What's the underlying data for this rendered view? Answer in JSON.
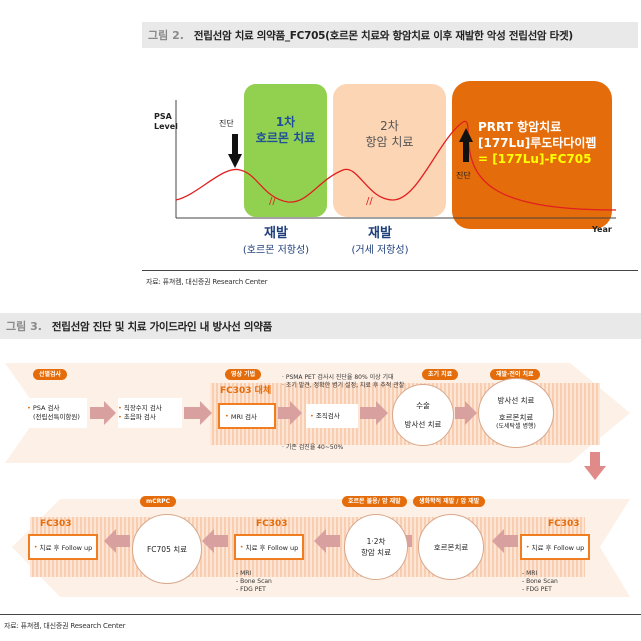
{
  "figure2": {
    "fig_num": "그림 2.",
    "title": "전립선암 치료 의약품_FC705(호르몬 치료와 항암치료 이후 재발한 악성 전립선암 타겟)",
    "y_axis_label_line1": "PSA",
    "y_axis_label_line2": "Level",
    "x_axis_label": "Year",
    "diagnosis_label": "진단",
    "diagnosis_label_2": "진단",
    "phase1": {
      "line1": "1차",
      "line2": "호르몬 치료"
    },
    "phase2": {
      "line1": "2차",
      "line2": "항암 치료"
    },
    "phase3": {
      "line1": "PRRT 항암치료",
      "line2": "[177Lu]루도타다이펩",
      "line3": "= [177Lu]-FC705"
    },
    "relapse1": {
      "title": "재발",
      "sub": "(호르몬 저항성)"
    },
    "relapse2": {
      "title": "재발",
      "sub": "(거세 저항성)"
    },
    "source": "자료: 퓨쳐켐, 대신증권 Research Center",
    "colors": {
      "phase1": "#92d050",
      "phase2": "#fcd5b4",
      "phase3": "#e46c0a",
      "curve": "#e02020"
    }
  },
  "figure3": {
    "fig_num": "그림 3.",
    "title": "전립선암 진단 및 치료 가이드라인 내 방사선 의약품",
    "pills": {
      "screening": "선별검사",
      "imaging": "영상 기법",
      "early_treatment": "초기 치료",
      "relapse_metastasis": "재발·전이 치료",
      "mcrpc": "mCRPC",
      "hormone_refractory": "호르몬 불응/ 암 재발",
      "biochemical_relapse": "생화학적 재발 / 암 재발"
    },
    "row1": {
      "psa_test": "PSA 검사",
      "psa_test_sub": "(전립선특이항원)",
      "dre": "직장수지 검사",
      "ultrasound": "초음파 검사",
      "fc303_replace": "FC303 대체",
      "pet_note1": "PSMA PET 검사시 진단율 80% 이상 기대",
      "pet_note2": "조기 발견, 정확한 병기 설정, 치료 후 추적 관찰",
      "mri": "MRI 검사",
      "biopsy": "조직검사",
      "detection_rate": "기존 검진율 40~50%",
      "surgery": "수술",
      "radiation": "방사선 치료",
      "radiotherapy": "방사선 치료",
      "hormone_therapy": "호르몬치료",
      "hormone_therapy_sub": "(도세탁셀 병행)"
    },
    "row2": {
      "fc303_a": "FC303",
      "fc303_b": "FC303",
      "fc303_c": "FC303",
      "followup_a": "치료 후 Follow up",
      "followup_b": "치료 후 Follow up",
      "followup_c": "치료 후 Follow up",
      "fc705_treatment": "FC705 치료",
      "chemo_line1": "1·2차",
      "chemo_line2": "항암 치료",
      "hormone_treatment": "호르몬치료",
      "imaging_list_a": [
        "MRI",
        "Bone Scan",
        "FDG PET"
      ],
      "imaging_list_b": [
        "MRI",
        "Bone Scan",
        "FDG PET"
      ]
    },
    "source": "자료: 퓨쳐켐, 대신증권 Research Center",
    "colors": {
      "accent": "#e46c0a",
      "band": "#fbd9c3",
      "arrow": "#d9a0a0"
    }
  }
}
